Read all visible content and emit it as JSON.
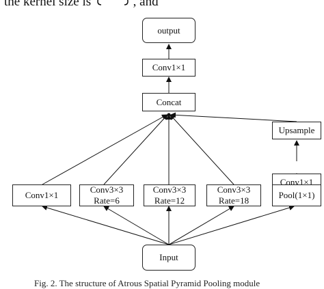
{
  "header_text": {
    "before": "the kernel size is",
    "after": ", and"
  },
  "nodes": {
    "output": "output",
    "conv_out": "Conv1×1",
    "concat": "Concat",
    "upsample": "Upsample",
    "conv_pool": "Conv1×1",
    "branch_conv1": "Conv1×1",
    "branch_a_line1": "Conv3×3",
    "branch_a_line2": "Rate=6",
    "branch_b_line1": "Conv3×3",
    "branch_b_line2": "Rate=12",
    "branch_c_line1": "Conv3×3",
    "branch_c_line2": "Rate=18",
    "pool": "Pool(1×1)",
    "input": "Input"
  },
  "caption": "Fig. 2. The structure of Atrous Spatial Pyramid Pooling module"
}
